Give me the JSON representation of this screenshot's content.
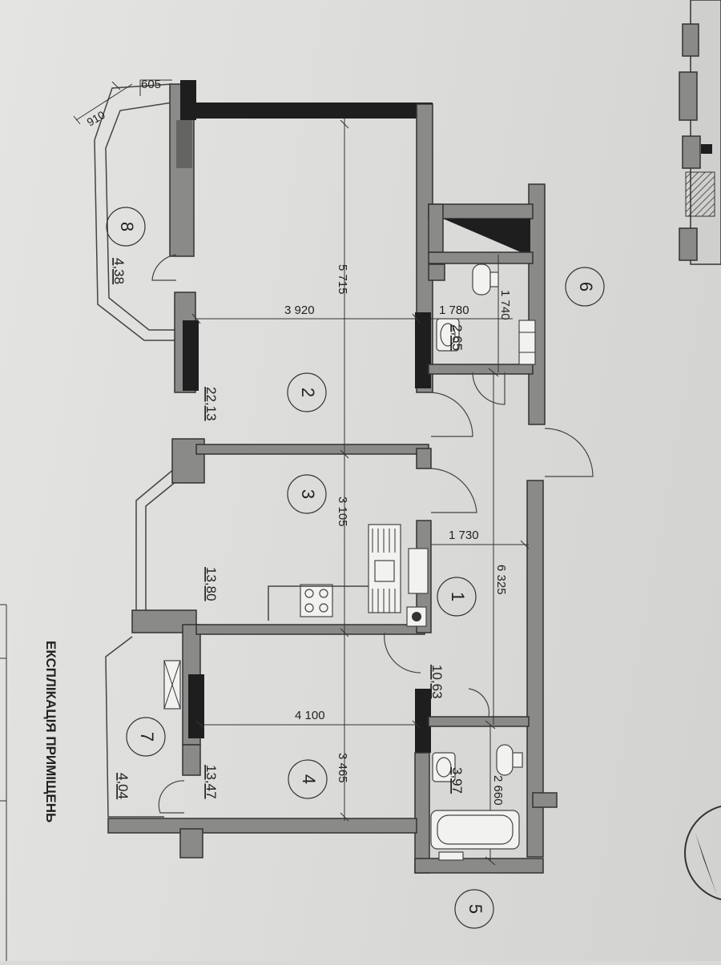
{
  "legend_heading": "ЕКСПЛІКАЦІЯ ПРИМІЩЕНЬ",
  "apartment_numbers": {
    "top_right": "6",
    "bottom_right": "5"
  },
  "rooms": [
    {
      "number": "1",
      "area": "10,63"
    },
    {
      "number": "2",
      "area": "22,13"
    },
    {
      "number": "3",
      "area": "13,80"
    },
    {
      "number": "4",
      "area": "13,47"
    },
    {
      "number": "7",
      "area": "4,04"
    },
    {
      "number": "8",
      "area": "4,38"
    }
  ],
  "wet_rooms": [
    {
      "area": "2,65"
    },
    {
      "area": "3,97"
    }
  ],
  "dimensions": [
    "605",
    "910",
    "3 920",
    "5 715",
    "1 780",
    "1 740",
    "3 105",
    "1 730",
    "6 325",
    "4 100",
    "3 465",
    "2 660"
  ]
}
